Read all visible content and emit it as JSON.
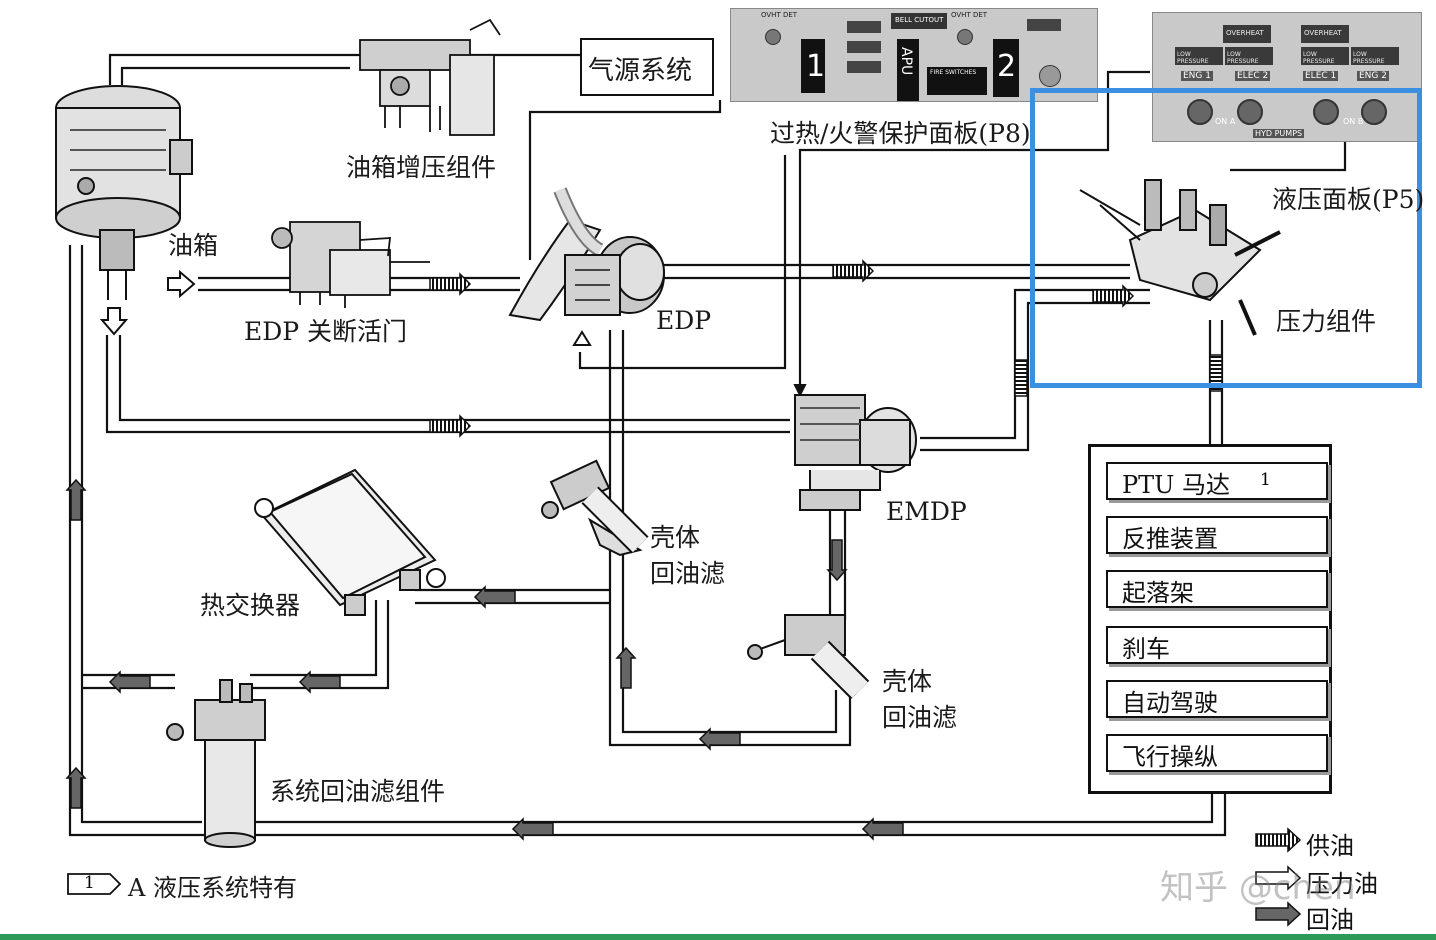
{
  "labels": {
    "air_source": "气源系统",
    "tank_pressurization": "油箱增压组件",
    "fire_panel": "过热/火警保护面板(P8)",
    "hydraulic_panel": "液压面板(P5)",
    "tank": "油箱",
    "edp_shutoff_valve": "EDP 关断活门",
    "edp": "EDP",
    "pressure_module": "压力组件",
    "emdp": "EMDP",
    "case_drain_filter_1": "壳体\n回油滤",
    "case_drain_filter_2": "壳体\n回油滤",
    "heat_exchanger": "热交换器",
    "return_filter_module": "系统回油滤组件"
  },
  "users": {
    "items": [
      "PTU 马达",
      "反推装置",
      "起落架",
      "刹车",
      "自动驾驶",
      "飞行操纵"
    ],
    "ptu_note_num": "1"
  },
  "note": {
    "num": "1",
    "text": "A 液压系统特有"
  },
  "legend": {
    "supply": "供油",
    "pressure": "压力油",
    "return": "回油"
  },
  "p8_panel": {
    "ovht_det_left": "OVHT DET",
    "bell_cutout": "BELL CUTOUT",
    "ovht_det_right": "OVHT DET",
    "eng1": "1",
    "apu": "APU",
    "eng2": "2",
    "fire_switches": "FIRE SWITCHES"
  },
  "p5_panel": {
    "overheat_1": "OVERHEAT",
    "overheat_2": "OVERHEAT",
    "low_pressure": [
      "LOW PRESSURE",
      "LOW PRESSURE",
      "LOW PRESSURE",
      "LOW PRESSURE"
    ],
    "pump_labels": [
      "ENG 1",
      "ELEC 2",
      "ELEC 1",
      "ENG 2"
    ],
    "hyd_pumps": "HYD PUMPS",
    "on_a": "ON A",
    "on_b": "ON B"
  },
  "watermark": "知乎 @chen",
  "colors": {
    "highlight": "#3b8fe0",
    "line": "#111111",
    "return_arrow": "#6a6a6a",
    "bottom_bar": "#2e9a58"
  }
}
